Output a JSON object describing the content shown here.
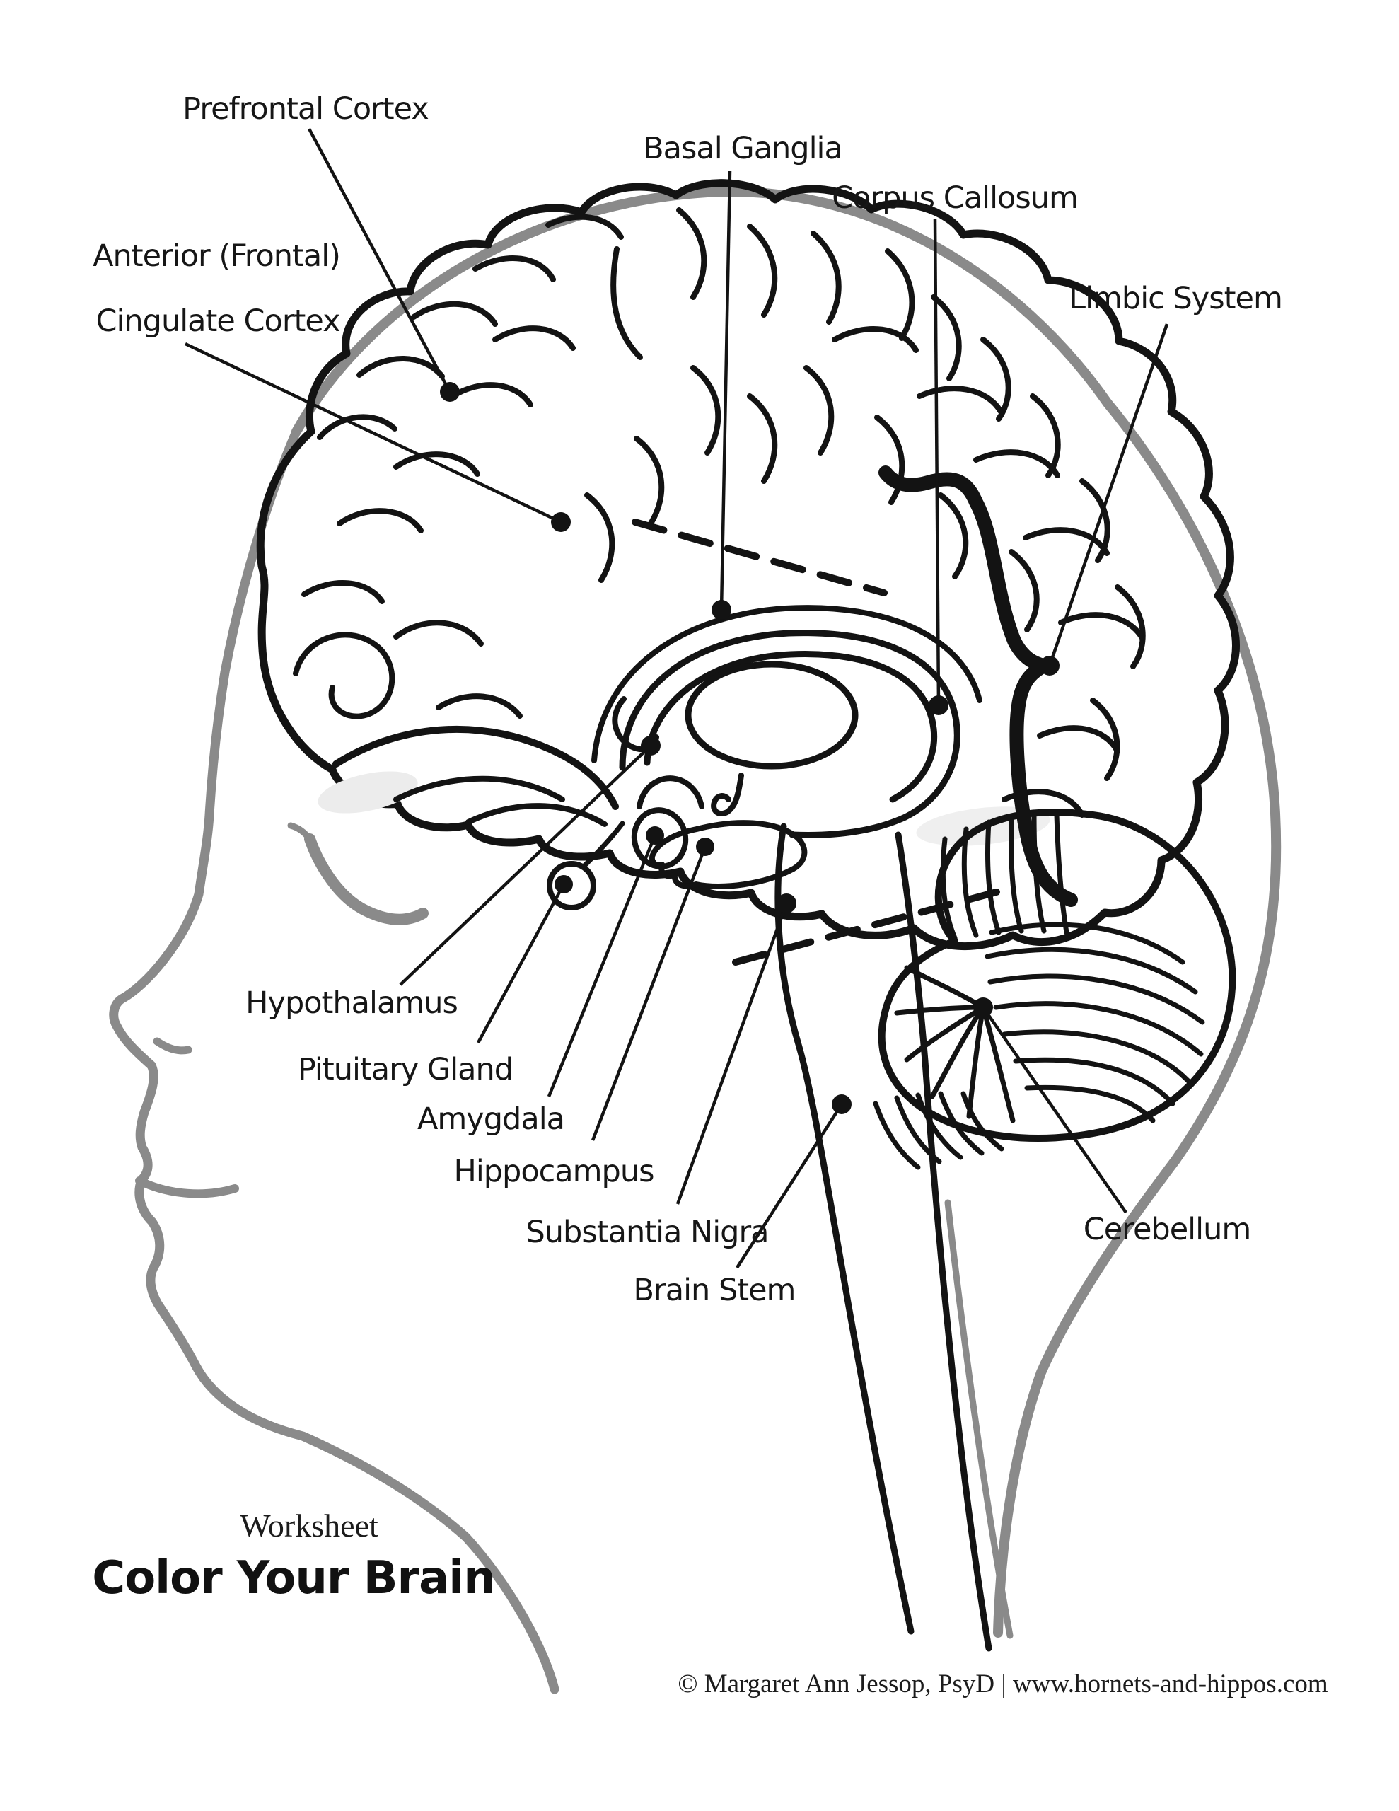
{
  "palette": {
    "background": "#ffffff",
    "ink": "#131313",
    "head_gray": "#8a8a8a",
    "shadow_gray": "#9c9c9c",
    "shading": "#ececec"
  },
  "labels": {
    "prefrontal_cortex": "Prefrontal Cortex",
    "anterior_cingulate_line1": "Anterior (Frontal)",
    "anterior_cingulate_line2": "Cingulate Cortex",
    "basal_ganglia": "Basal Ganglia",
    "corpus_callosum": "Corpus Callosum",
    "limbic_system": "Limbic System",
    "hypothalamus": "Hypothalamus",
    "pituitary_gland": "Pituitary Gland",
    "amygdala": "Amygdala",
    "hippocampus": "Hippocampus",
    "substantia_nigra": "Substantia Nigra",
    "brain_stem": "Brain Stem",
    "cerebellum": "Cerebellum"
  },
  "footer": {
    "worksheet_kicker": "Worksheet",
    "title": "Color Your Brain",
    "credit": "© Margaret Ann Jessop, PsyD | www.hornets-and-hippos.com"
  }
}
